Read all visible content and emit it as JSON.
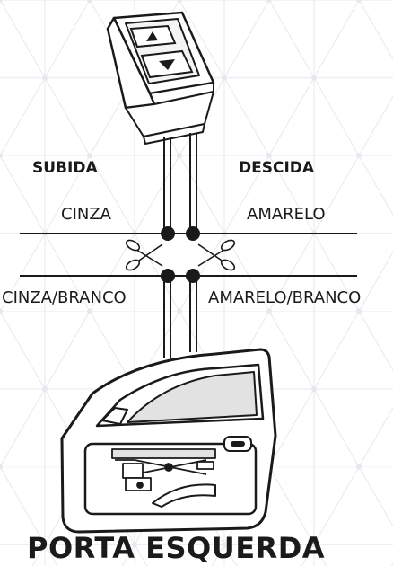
{
  "labels": {
    "up": "SUBIDA",
    "down": "DESCIDA",
    "wire_up_top": "CINZA",
    "wire_down_top": "AMARELO",
    "wire_up_bottom": "CINZA/BRANCO",
    "wire_down_bottom": "AMARELO/BRANCO"
  },
  "title": "PORTA ESQUERDA",
  "icons": {
    "switch": "window-switch-icon",
    "button_up": "arrow-up-icon",
    "button_down": "arrow-down-icon",
    "scissors": "scissors-icon",
    "door": "car-door-icon",
    "regulator": "window-regulator-icon"
  },
  "colors": {
    "line": "#1a1a1a",
    "grid": "#e6e8ee",
    "glass": "#e2e2e2",
    "background": "#ffffff"
  }
}
